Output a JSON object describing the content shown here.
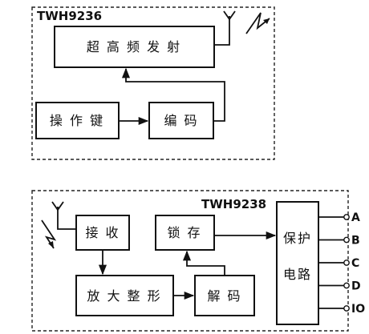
{
  "transmitter": {
    "model": "TWH9236",
    "blocks": {
      "uhf_transmit": "超 高 频 发 射",
      "keys": "操 作 键",
      "encode": "编 码"
    }
  },
  "receiver": {
    "model": "TWH9238",
    "blocks": {
      "receive": "接 收",
      "latch": "锁 存",
      "amplify_shape": "放 大 整 形",
      "decode": "解 码",
      "protect_line1": "保护",
      "protect_line2": "电路"
    },
    "outputs": [
      "A",
      "B",
      "C",
      "D",
      "IO"
    ]
  }
}
